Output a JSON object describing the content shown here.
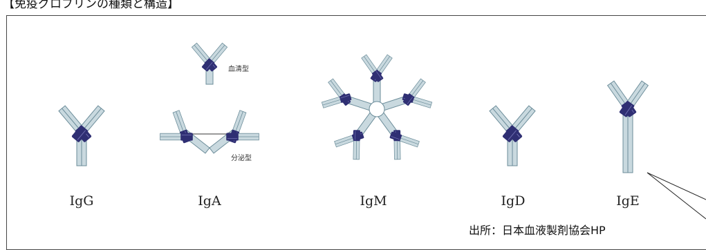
{
  "title": "【免疫グロブリンの種類と構造】",
  "classes": [
    {
      "name": "IgG"
    },
    {
      "name": "IgA",
      "form_serum": "血清型",
      "form_secretory": "分泌型"
    },
    {
      "name": "IgM"
    },
    {
      "name": "IgD"
    },
    {
      "name": "IgE"
    }
  ],
  "source": "出所：日本血液製剤協会HP",
  "colors": {
    "constant_fill": "#c9d9df",
    "constant_stroke": "#6b8c99",
    "variable_fill": "#2f2f73",
    "frame": "#444444"
  }
}
